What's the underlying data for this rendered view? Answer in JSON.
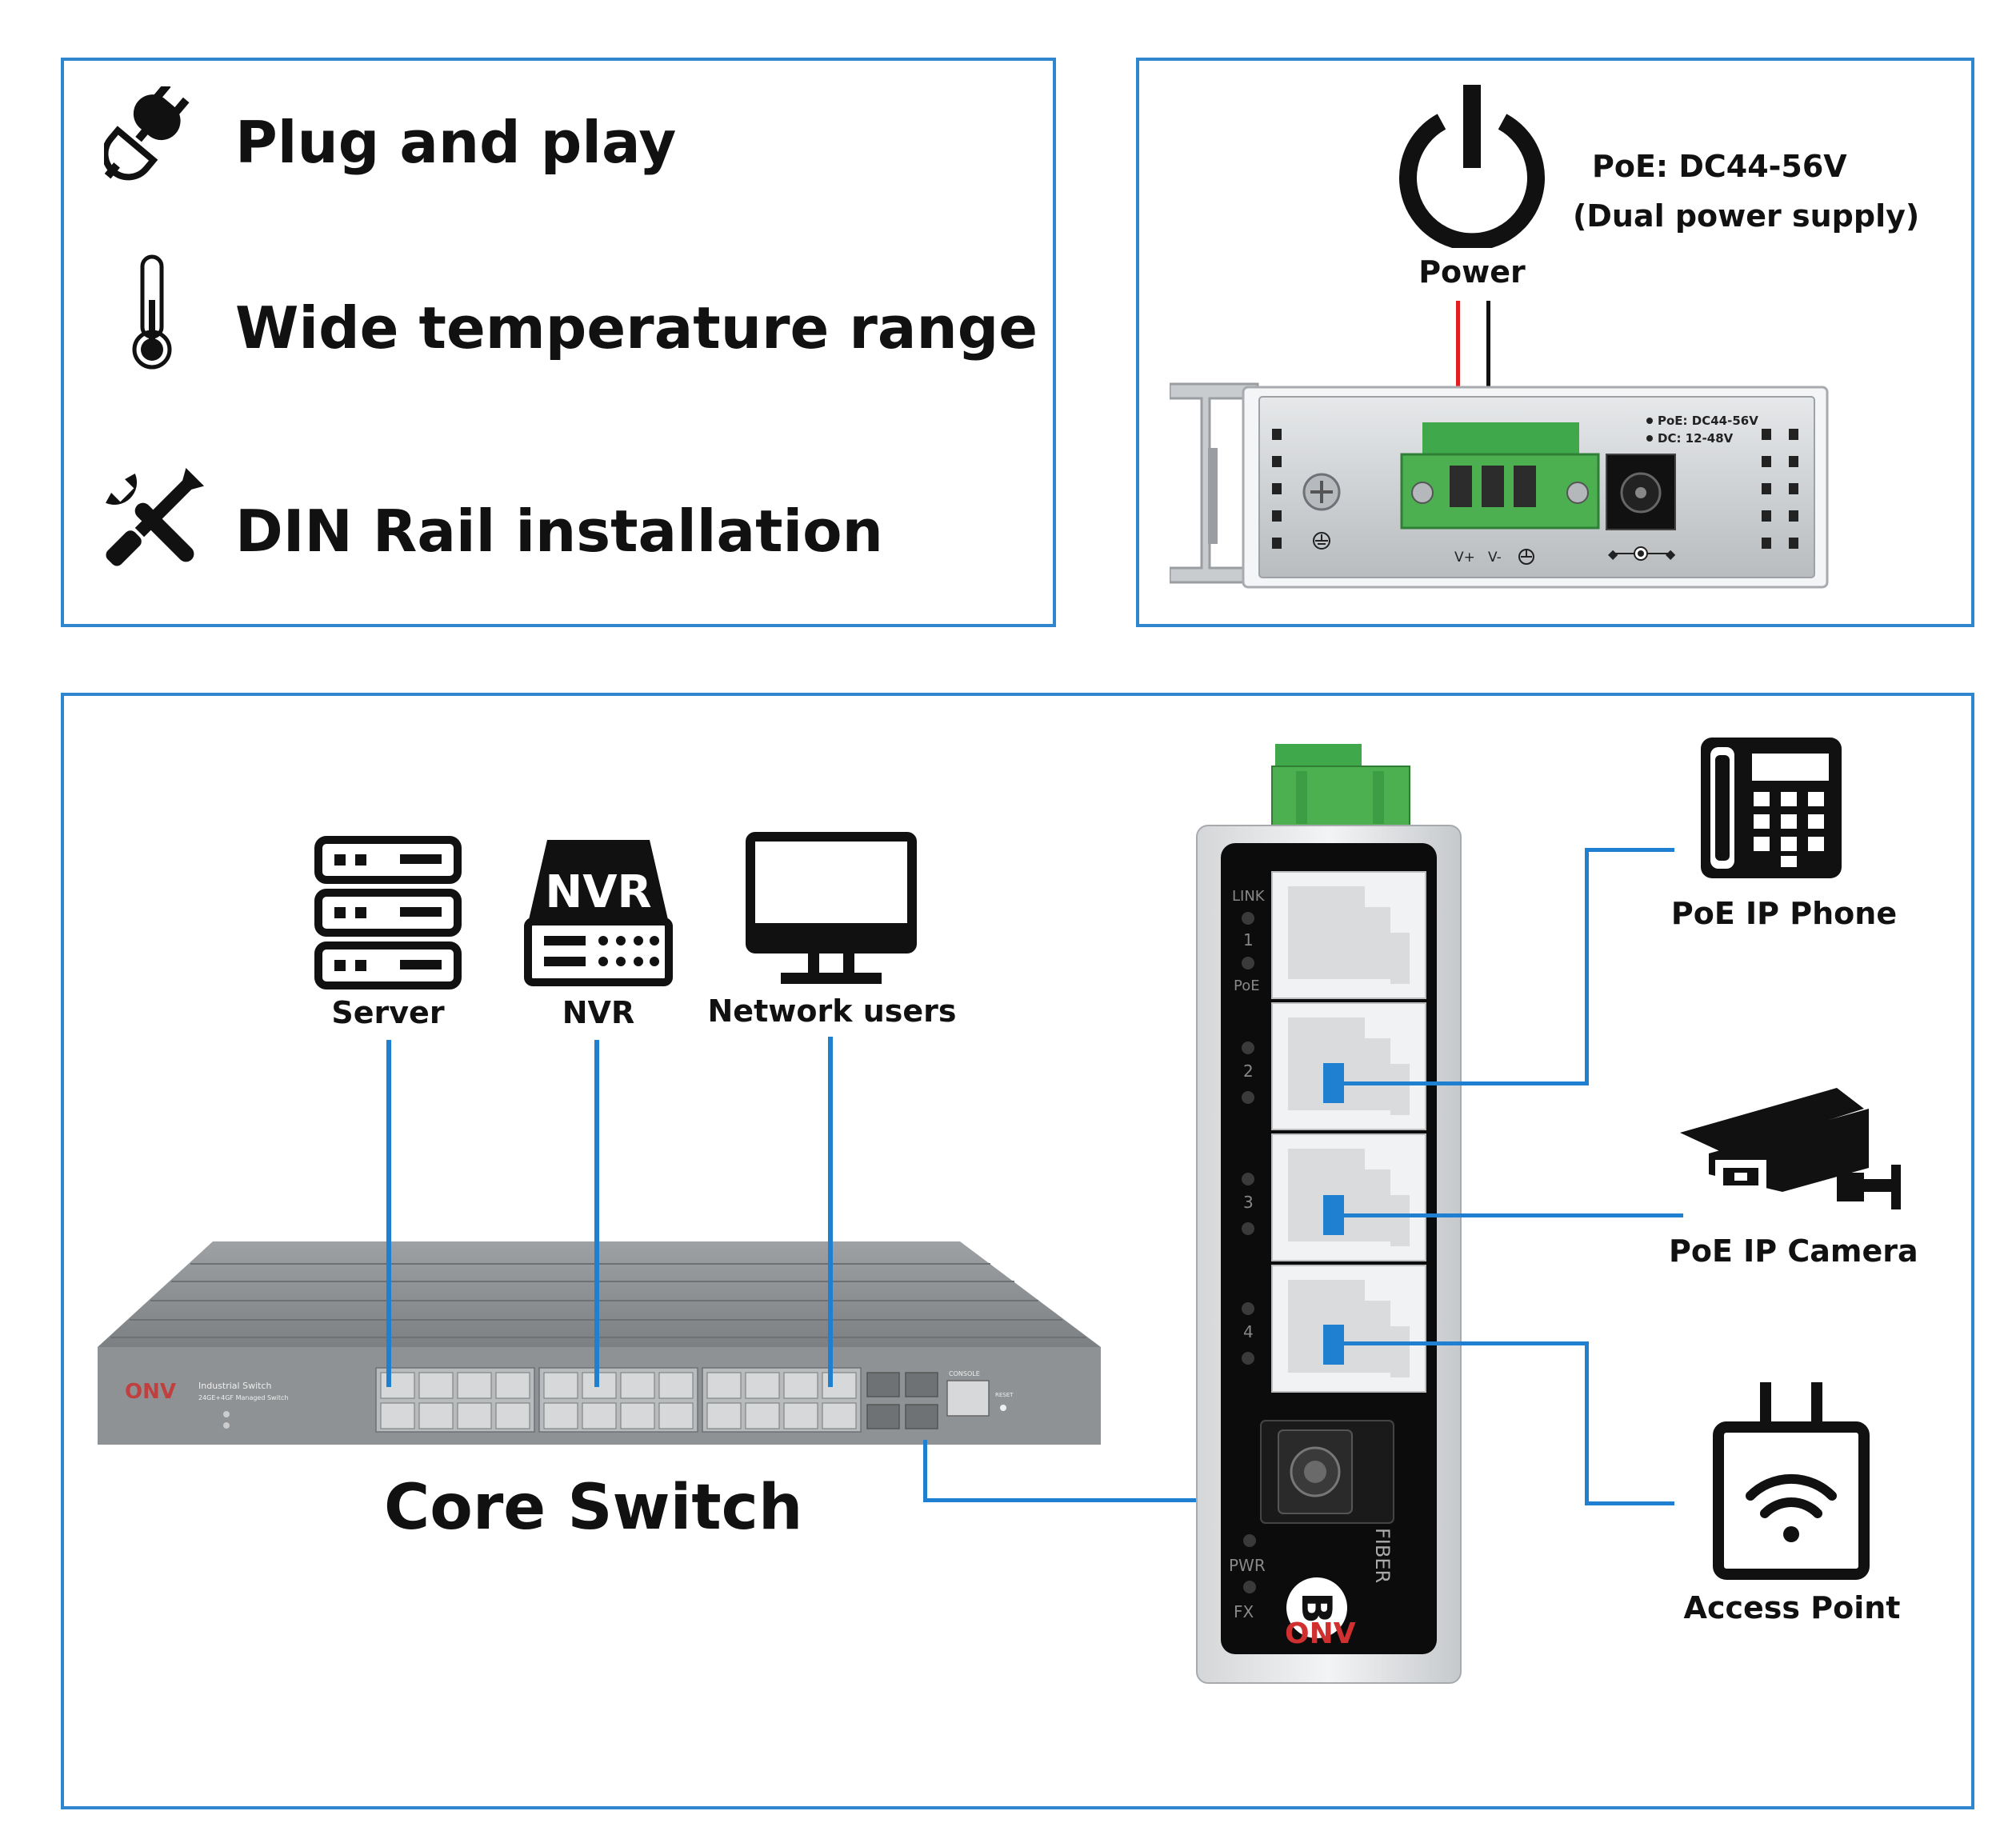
{
  "features": [
    {
      "label": "Plug and play",
      "icon": "plug-icon"
    },
    {
      "label": "Wide temperature range",
      "icon": "thermometer-icon"
    },
    {
      "label": "DIN Rail installation",
      "icon": "tools-icon"
    }
  ],
  "power": {
    "icon": "power-icon",
    "label": "Power",
    "spec_line1": "PoE: DC44-56V",
    "spec_line2": "(Dual power supply)",
    "panel_print_1": "PoE: DC44-56V",
    "panel_print_2": "DC: 12-48V",
    "terminal_vplus": "V+",
    "terminal_vminus": "V-"
  },
  "network": {
    "sources": [
      {
        "label": "Server",
        "icon": "server-icon"
      },
      {
        "label": "NVR",
        "icon": "nvr-icon",
        "icon_text": "NVR"
      },
      {
        "label": "Network users",
        "icon": "monitor-icon"
      }
    ],
    "core_switch": {
      "label": "Core Switch",
      "brand": "ONV",
      "model_line1": "Industrial Switch",
      "model_line2": "24GE+4GF Managed Switch",
      "console": "CONSOLE",
      "reset": "RESET"
    },
    "device": {
      "brand": "ONV",
      "led_link": "LINK",
      "led_poe": "PoE",
      "port_numbers": [
        "1",
        "2",
        "3",
        "4"
      ],
      "led_pwr": "PWR",
      "led_fx": "FX",
      "fiber_label": "FIBER",
      "fiber_badge": "B"
    },
    "endpoints": [
      {
        "label": "PoE IP Phone",
        "icon": "phone-icon"
      },
      {
        "label": "PoE IP Camera",
        "icon": "camera-icon"
      },
      {
        "label": "Access Point",
        "icon": "access-point-icon"
      }
    ]
  },
  "colors": {
    "border": "#2f86cf",
    "cable": "#1f7fd0",
    "terminal_green": "#4caf50",
    "wire_red": "#e02020"
  }
}
